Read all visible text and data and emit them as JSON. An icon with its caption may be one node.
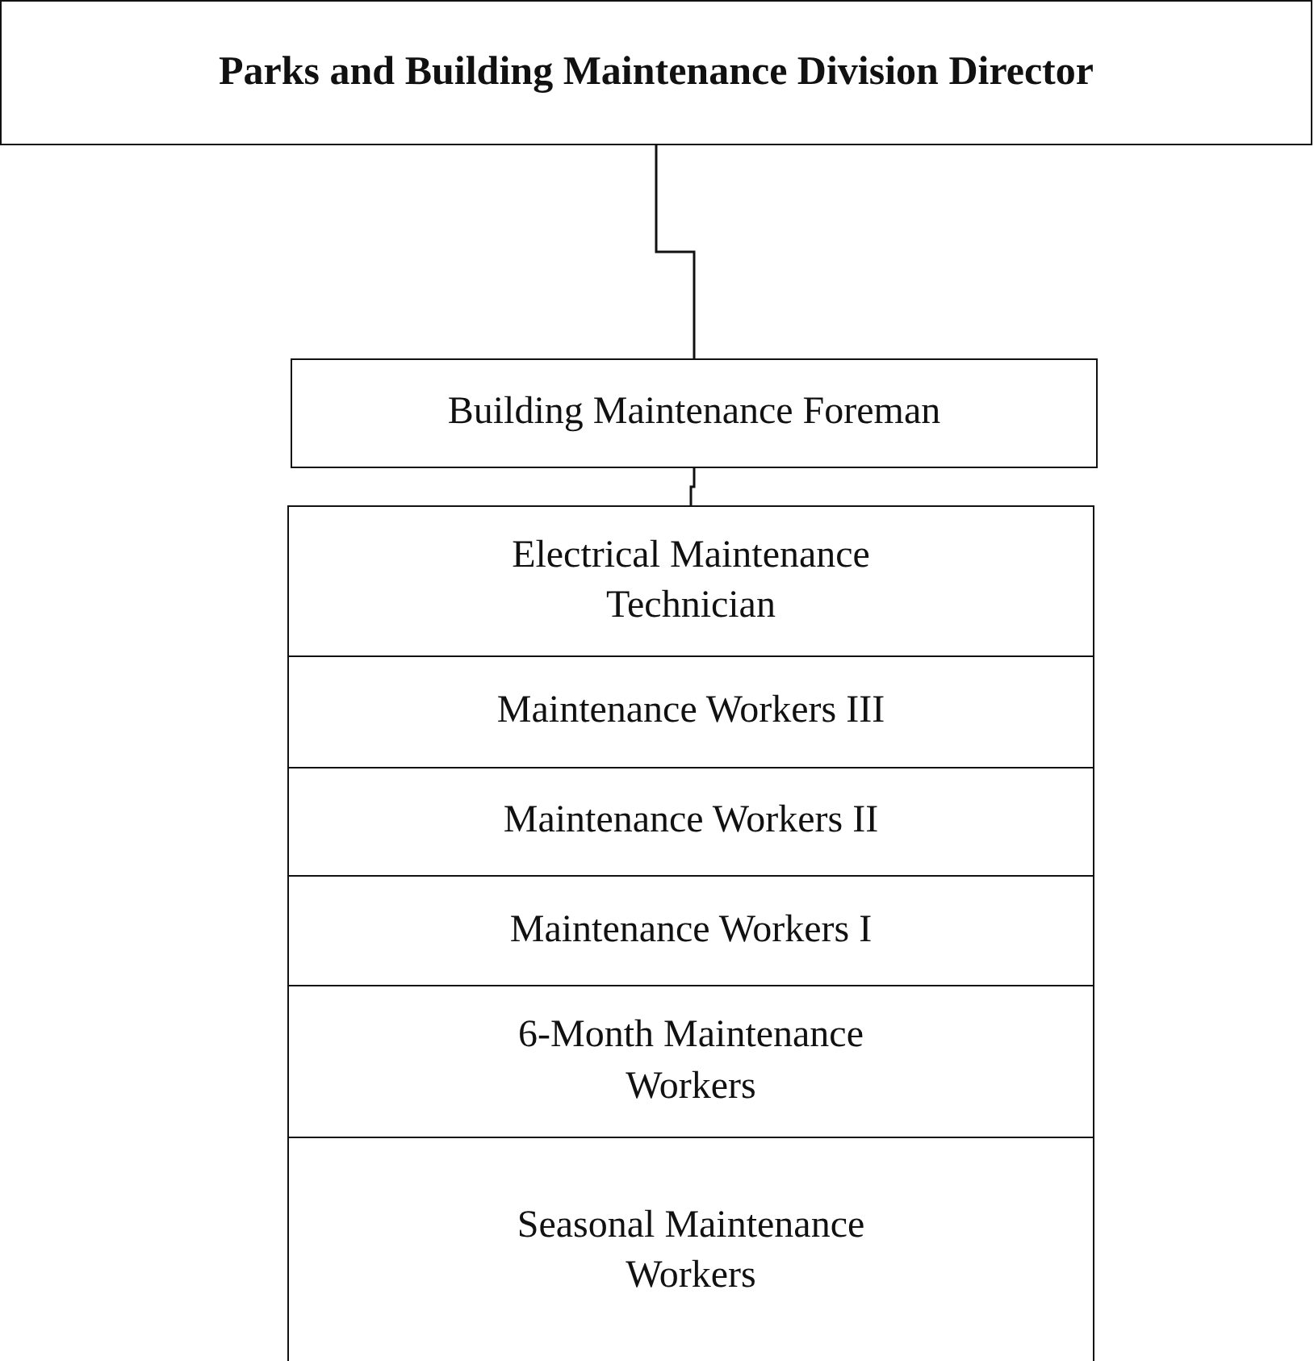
{
  "diagram": {
    "nodes": [
      {
        "text": [
          "Parks and Building Maintenance Division Director"
        ]
      },
      {
        "text": [
          "Building Maintenance Foreman"
        ]
      },
      {
        "text": [
          "Electrical Maintenance Technician"
        ]
      },
      {
        "text": [
          "Maintenance Workers III"
        ]
      },
      {
        "text": [
          "Maintenance Workers II"
        ]
      },
      {
        "text": [
          "Maintenance Workers I"
        ]
      },
      {
        "text": [
          "6-Month Maintenance Workers"
        ]
      },
      {
        "text": [
          "Seasonal Maintenance Workers"
        ]
      }
    ],
    "edges": [
      {
        "from": 0,
        "to": 1,
        "arrow": "none"
      },
      {
        "from": 1,
        "to": 2,
        "arrow": "none"
      }
    ]
  }
}
